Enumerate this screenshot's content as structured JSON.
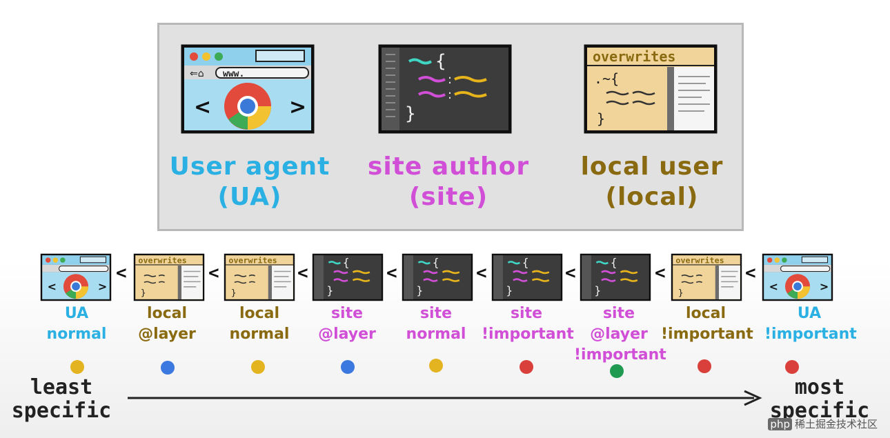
{
  "top": {
    "ua": {
      "line1": "User agent",
      "line2": "(UA)"
    },
    "site": {
      "line1": "site author",
      "line2": "(site)"
    },
    "local": {
      "line1": "local user",
      "line2": "(local)",
      "header": "overwrites"
    }
  },
  "sequence": [
    {
      "kind": "ua",
      "line1": "UA",
      "line2": "normal",
      "line3": "",
      "dot": "#e3b420"
    },
    {
      "kind": "local",
      "line1": "local",
      "line2": "@layer",
      "line3": "",
      "dot": "#3b78e0"
    },
    {
      "kind": "local",
      "line1": "local",
      "line2": "normal",
      "line3": "",
      "dot": "#e3b420"
    },
    {
      "kind": "site",
      "line1": "site",
      "line2": "@layer",
      "line3": "",
      "dot": "#3b78e0"
    },
    {
      "kind": "site",
      "line1": "site",
      "line2": "normal",
      "line3": "",
      "dot": "#e3b420"
    },
    {
      "kind": "site",
      "line1": "site",
      "line2": "!important",
      "line3": "",
      "dot": "#d9403b"
    },
    {
      "kind": "site",
      "line1": "site",
      "line2": "@layer",
      "line3": "!important",
      "dot": "#1f9a50"
    },
    {
      "kind": "local",
      "line1": "local",
      "line2": "!important",
      "line3": "",
      "dot": "#d9403b"
    },
    {
      "kind": "ua",
      "line1": "UA",
      "line2": "!important",
      "line3": "",
      "dot": "#d9403b"
    }
  ],
  "separator": "<",
  "axis": {
    "left_line1": "least",
    "left_line2": "specific",
    "right_line1": "most",
    "right_line2": "specific"
  },
  "overwrites_label": "overwrites",
  "browser_url": "www.",
  "watermark": {
    "badge": "php",
    "text": "稀土掘金技术社区"
  },
  "colors": {
    "ua": "#2bb0e3",
    "site": "#d04fd6",
    "local": "#8a6a10"
  }
}
